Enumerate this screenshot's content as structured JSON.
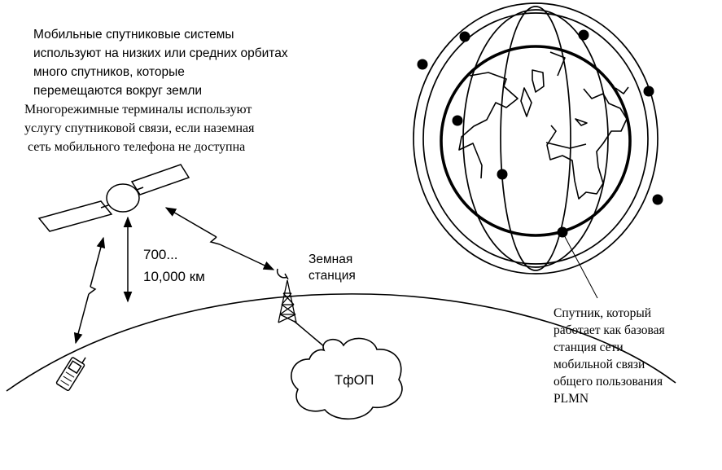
{
  "texts": {
    "intro": [
      "Мобильные спутниковые системы",
      "используют  на низких или средних орбитах",
      "много спутников, которые",
      "перемещаются вокруг земли"
    ],
    "multimode": [
      "Многорежимные терминалы используют",
      "услугу спутниковой связи, если наземная",
      " сеть мобильного телефона не доступна"
    ],
    "distance": [
      "700...",
      "10,000 км"
    ],
    "earth_station": [
      "Земная",
      "станция"
    ],
    "pstn": "ТфОП",
    "base_station": [
      "Спутник, который",
      "работает как базовая",
      "станция сети",
      "мобильной связи",
      "общего пользования",
      "PLMN"
    ]
  },
  "colors": {
    "ink": "#000000",
    "background": "#ffffff"
  },
  "icons": [
    "satellite-icon",
    "mobile-phone-icon",
    "radio-tower-icon",
    "dish-antenna-icon",
    "globe-icon",
    "cloud-icon"
  ]
}
